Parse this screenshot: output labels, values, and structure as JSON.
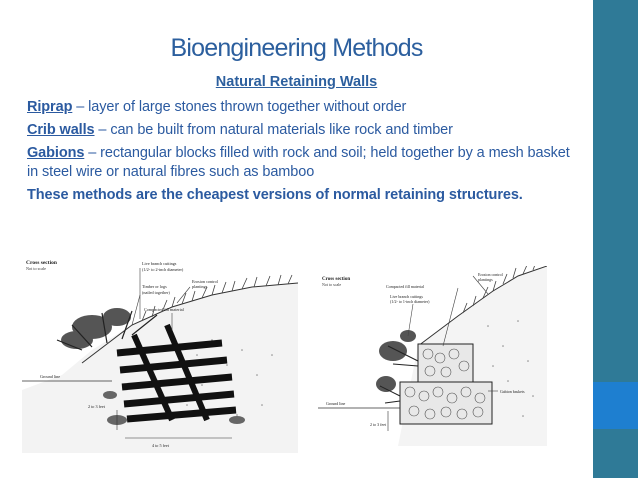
{
  "slide": {
    "title": "Bioengineering Methods",
    "subtitle": "Natural Retaining Walls",
    "items": [
      {
        "term": "Riprap",
        "text": " – layer of large stones thrown together without order"
      },
      {
        "term": "Crib walls",
        "text": " – can be built from natural materials like rock and timber"
      },
      {
        "term": "Gabions",
        "text": " – rectangular blocks filled with rock and soil; held together by a mesh basket in steel wire or natural fibres such as bamboo"
      }
    ],
    "conclusion": "These methods are the cheapest versions of normal retaining structures."
  },
  "figure1": {
    "heading": "Cross section",
    "note": "Not to scale",
    "labels": {
      "cuttings": "Live branch cuttings",
      "cuttings_dia": "(1/2- to 2-inch diameter)",
      "timber": "Timber or logs",
      "timber_note": "(nailed together)",
      "erosion": "Erosion control",
      "erosion2": "plantings",
      "fill": "Compacted fill material",
      "ground": "Ground line",
      "depth": "2 to 3 feet",
      "width": "4 to 5 feet"
    }
  },
  "figure2": {
    "heading": "Cross section",
    "note": "Not to scale",
    "labels": {
      "erosion": "Erosion control",
      "erosion2": "plantings",
      "fill": "Compacted fill material",
      "cuttings": "Live branch cuttings",
      "cuttings_dia": "(1/2- to 1-inch diameter)",
      "gabion": "Gabion baskets",
      "ground": "Ground line",
      "depth": "2 to 3 feet"
    }
  },
  "colors": {
    "text": "#2b5aa0",
    "sidebar": "#2f7a97",
    "accent": "#1e7fd0"
  }
}
